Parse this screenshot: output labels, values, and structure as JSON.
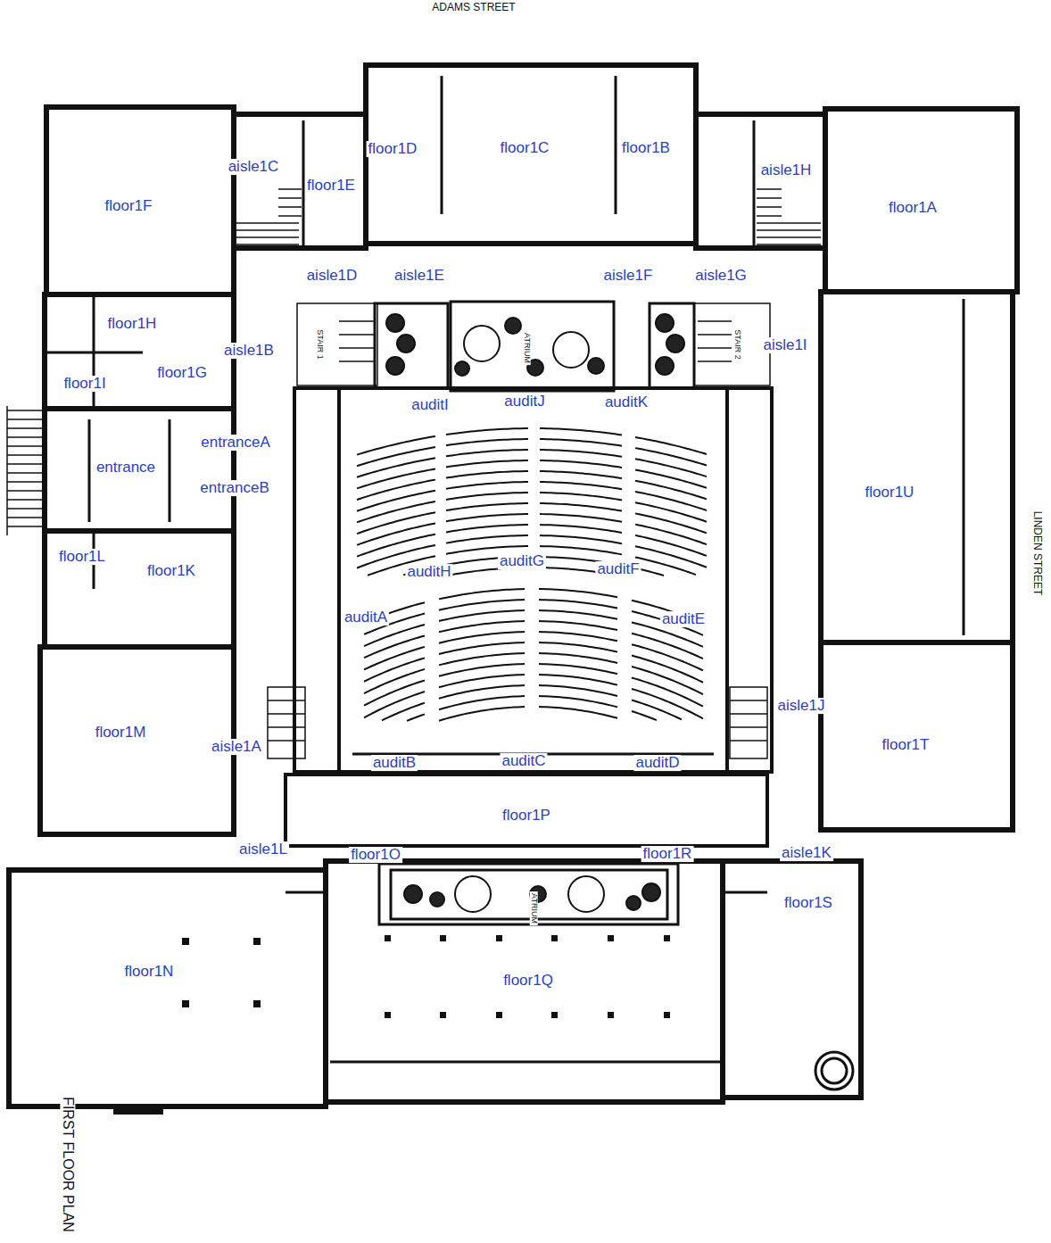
{
  "diagram": {
    "title": "FIRST FLOOR PLAN",
    "labels": [
      "ADAMS STREET",
      "floor1D",
      "floor1C",
      "floor1B",
      "aisle1C",
      "aisle1H",
      "floor1E",
      "floor1F",
      "floor1A",
      "aisle1D",
      "aisle1E",
      "aisle1F",
      "aisle1G",
      "floor1H",
      "aisle1I",
      "aisle1B",
      "floor1G",
      "floor1I",
      "auditI",
      "auditJ",
      "auditK",
      "entranceA",
      "entrance",
      "entranceB",
      "floor1U",
      "LINDEN STREET",
      "floor1L",
      "auditG",
      "auditF",
      "floor1K",
      "auditH",
      "auditA",
      "auditE",
      "aisle1J",
      "floor1M",
      "floor1T",
      "aisle1A",
      "auditC",
      "auditB",
      "auditD",
      "floor1P",
      "aisle1L",
      "aisle1K",
      "floor1R",
      "floor1O",
      "floor1S",
      "floor1N",
      "floor1Q",
      "ATRIUM",
      "STAIR 1",
      "STAIR 2",
      "ATRIUM"
    ]
  }
}
